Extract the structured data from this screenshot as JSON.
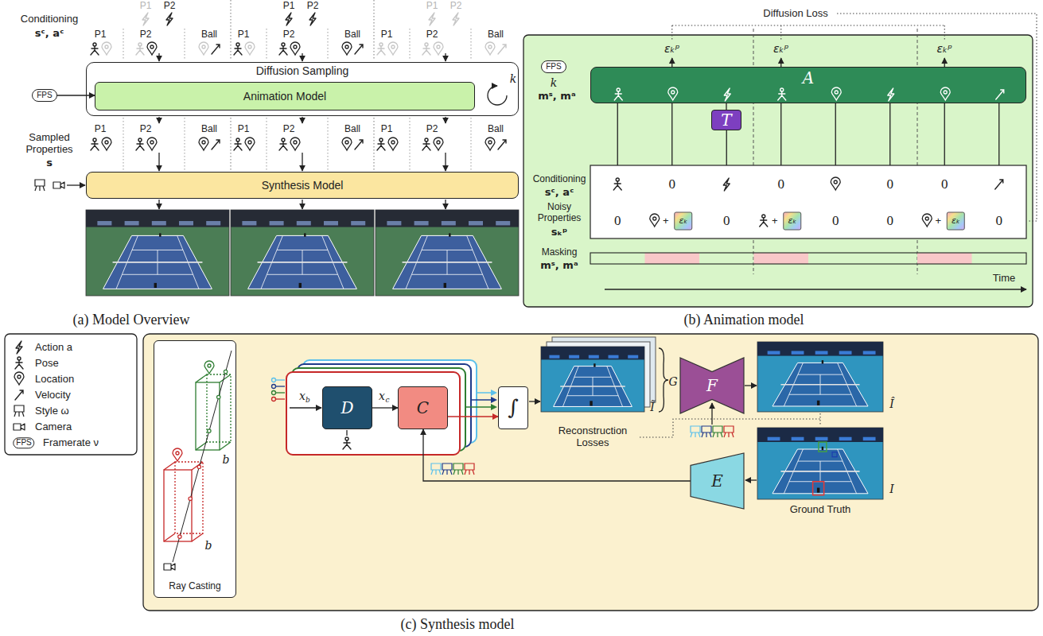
{
  "diagram": {
    "nodes": [
      {
        "text": [
          "Diffusion Sampling"
        ]
      },
      {
        "text": [
          "Animation Model"
        ],
        "in": 0
      },
      {
        "text": [
          "FPS"
        ]
      },
      {
        "text": [
          "Synthesis Model"
        ]
      },
      {
        "text": [
          "FPS"
        ]
      },
      {
        "text": [
          "A"
        ]
      },
      {
        "text": [
          "T"
        ]
      },
      {
        "text": [
          "Ray Casting"
        ]
      },
      {
        "text": [
          "D"
        ]
      },
      {
        "text": [
          "C"
        ]
      },
      {
        "text": [
          "∫"
        ]
      },
      {
        "text": [
          "F"
        ]
      },
      {
        "text": [
          "E"
        ]
      }
    ],
    "edges": [
      {
        "from": 2,
        "to": 1,
        "arrow": "to"
      },
      {
        "from": 6,
        "to": 5,
        "arrow": "none"
      },
      {
        "from": 8,
        "to": 9,
        "arrow": "to"
      },
      {
        "from": 9,
        "to": 10,
        "arrow": "to"
      },
      {
        "from": 12,
        "to": 9,
        "arrow": "to"
      }
    ],
    "labels": [
      "Conditioning",
      "sᶜ, aᶜ",
      "P1",
      "P2",
      "P1",
      "P2",
      "Ball",
      "P1",
      "P2",
      "P1",
      "P2",
      "Ball",
      "P1",
      "P2",
      "P1",
      "P2",
      "Ball",
      "k",
      "Sampled Properties",
      "s",
      "P1",
      "P2",
      "Ball",
      "P1",
      "P2",
      "Ball",
      "P1",
      "P2",
      "Ball",
      "(a) Model Overview",
      "Diffusion Loss",
      "εₖᵖ",
      "εₖᵖ",
      "εₖᵖ",
      "k",
      "mˢ, mᵃ",
      "Conditioning",
      "sᶜ, aᶜ",
      "0",
      "0",
      "0",
      "0",
      "0",
      "0",
      "0",
      "0",
      "0",
      "+",
      "+",
      "+",
      "εₖ",
      "εₖ",
      "εₖ",
      "Noisy Properties",
      "sₖᵖ",
      "Masking",
      "mˢ, mᵃ",
      "Time",
      "(b) Animation model",
      "FPS",
      "b",
      "b",
      "x",
      "b",
      "x",
      "c",
      "Reconstruction Losses",
      "G",
      "Ĩ",
      "Î",
      "I",
      "Ground Truth",
      "(c) Synthesis model"
    ],
    "legend": [
      {
        "text": "Action a"
      },
      {
        "text": "Pose"
      },
      {
        "text": "Location"
      },
      {
        "text": "Velocity"
      },
      {
        "text": "Style ω"
      },
      {
        "text": "Camera"
      },
      {
        "text": "Framerate ν"
      }
    ]
  }
}
